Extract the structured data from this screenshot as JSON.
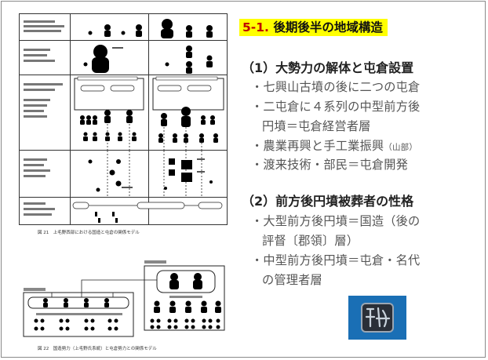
{
  "slide": {
    "title_number": "5-1.",
    "title_text": "後期後半の地域構造",
    "section1": {
      "heading": "（1）大勢力の解体と屯倉設置",
      "items": [
        "・七興山古墳の後に二つの屯倉",
        "・二屯倉に４系列の中型前方後",
        "円墳＝屯倉経営者層",
        "・農業再興と手工業振興",
        "・渡来技術・部民＝屯倉開発"
      ],
      "item3_note": "（山部）"
    },
    "section2": {
      "heading": "（2）前方後円墳被葬者の性格",
      "items": [
        "・大型前方後円墳＝国造（後の",
        "評督〔郡領〕層）",
        "・中型前方後円墳＝屯倉・名代",
        "の管理者層"
      ]
    }
  },
  "figure1": {
    "caption": "図 21　上毛野西部における国造と屯倉の関係モデル"
  },
  "figure2": {
    "caption": "図 22　国造勢力（上毛野氏系統）と屯倉勢力との関係モデル"
  },
  "seal_image": {
    "icon": "bronze-seal-icon"
  }
}
